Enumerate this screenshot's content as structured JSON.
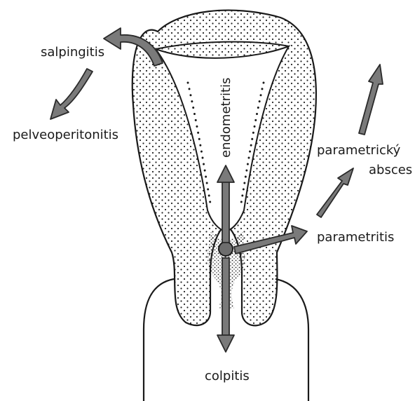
{
  "labels": {
    "salpingitis": "salpingitis",
    "pelveoperitonitis": "pelveoperitonitis",
    "endometritis": "endometritis",
    "parametricky_line1": "parametrický",
    "parametricky_line2": "absces",
    "parametritis": "parametritis",
    "colpitis": "colpitis"
  },
  "colors": {
    "outline": "#1a1a1a",
    "arrow_fill": "#7a7a7a",
    "arrow_stroke": "#2a2a2a",
    "dots": "#222222"
  }
}
